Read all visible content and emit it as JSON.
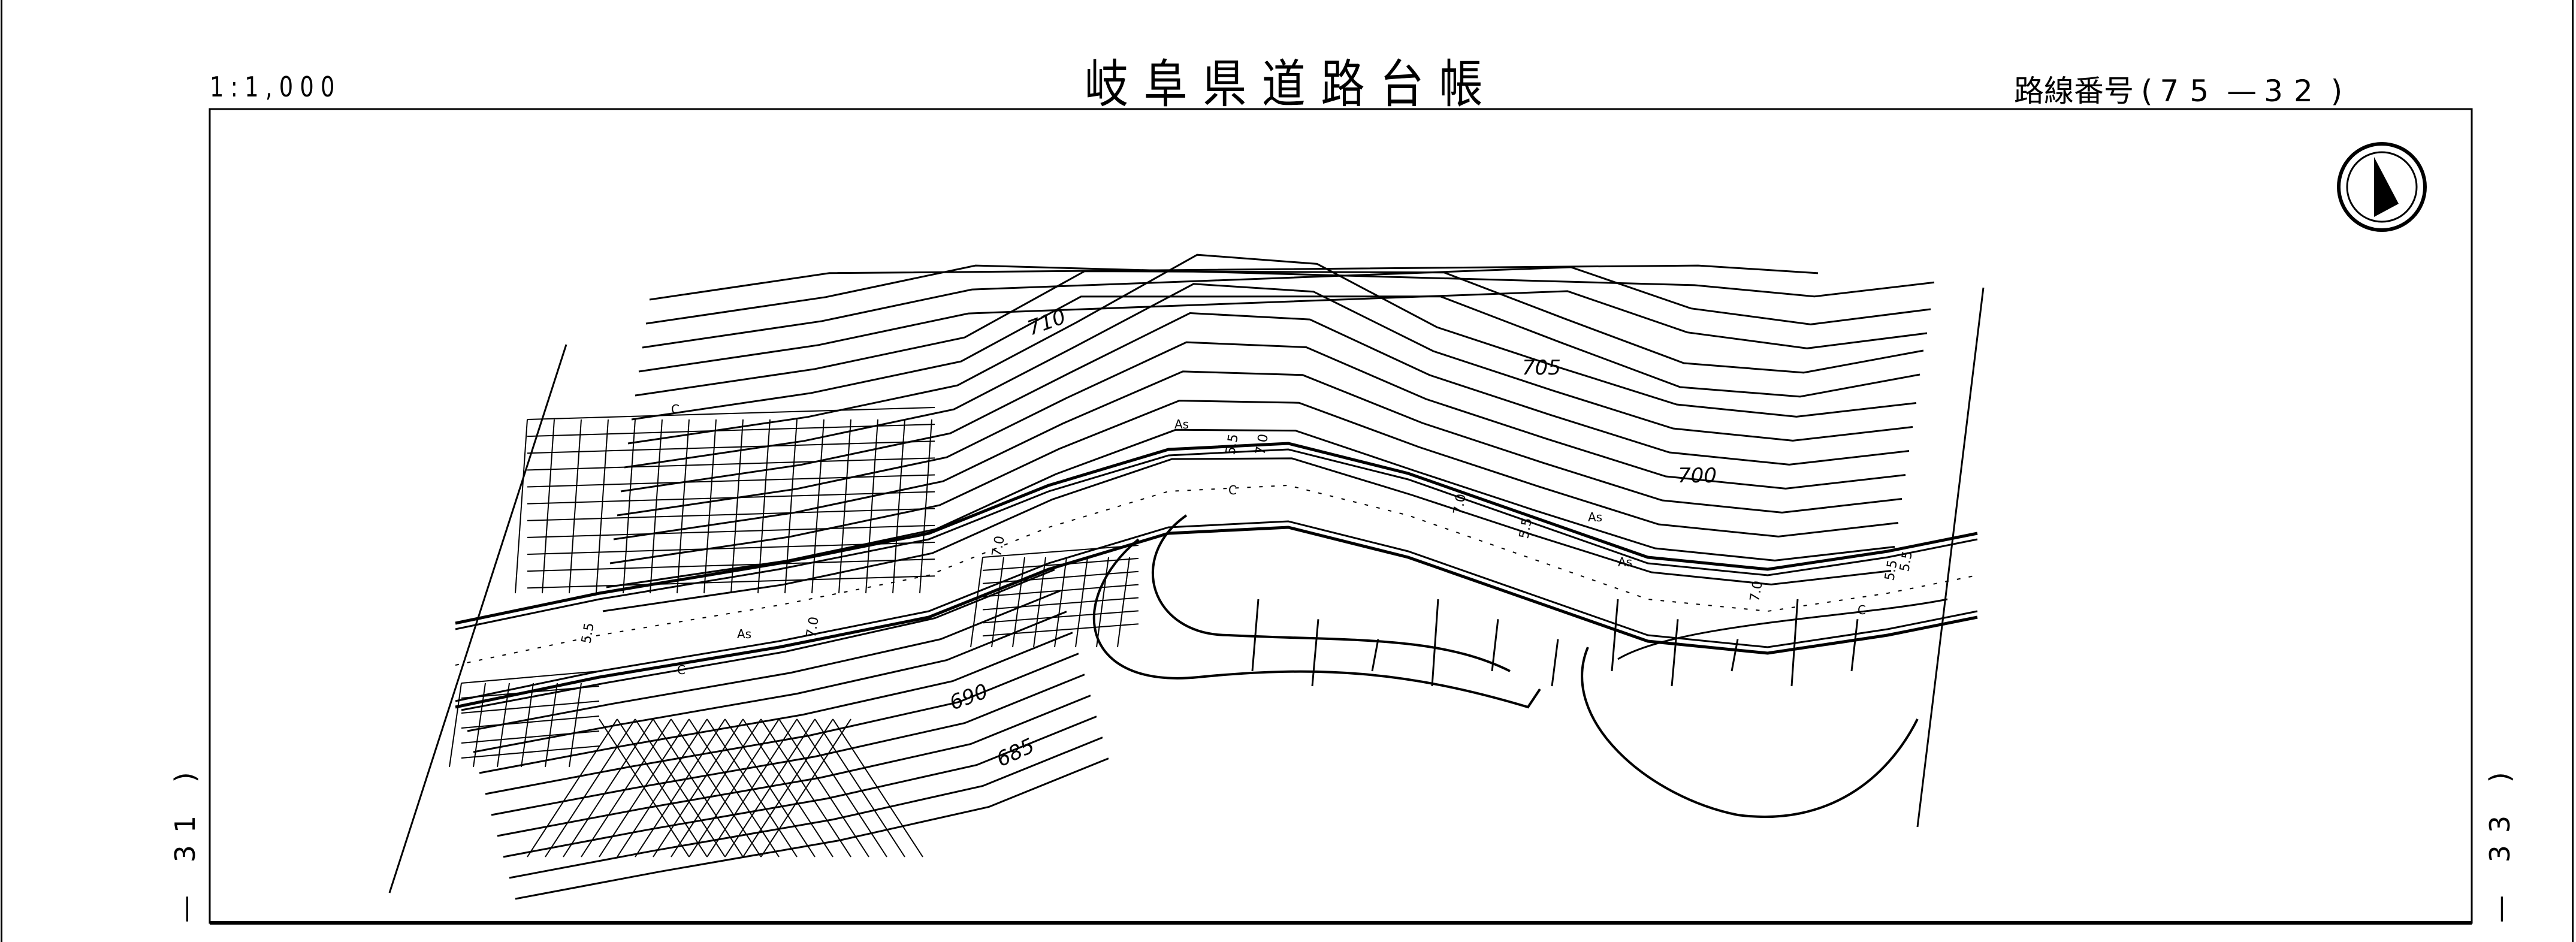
{
  "header": {
    "title": "岐阜県道路台帳",
    "scale": "1:1,000",
    "route_label": "路線番号",
    "route_open": "(",
    "route_number_major": "75",
    "route_dash": "—",
    "route_number_minor": "32",
    "route_close": ")"
  },
  "adjacent_sheets": {
    "previous": "— 31 )",
    "next": "— 33 )"
  },
  "map": {
    "north_arrow": "north-arrow-icon",
    "contour_labels": [
      "710",
      "705",
      "700",
      "690",
      "685"
    ],
    "surface_labels": [
      "As",
      "As",
      "As",
      "As",
      "C",
      "C",
      "C",
      "C"
    ],
    "width_labels": [
      "5.5",
      "7.0",
      "7.0",
      "5.5",
      "7.0",
      "7.0",
      "5.5",
      "5.5",
      "7.0",
      "5.5"
    ]
  }
}
